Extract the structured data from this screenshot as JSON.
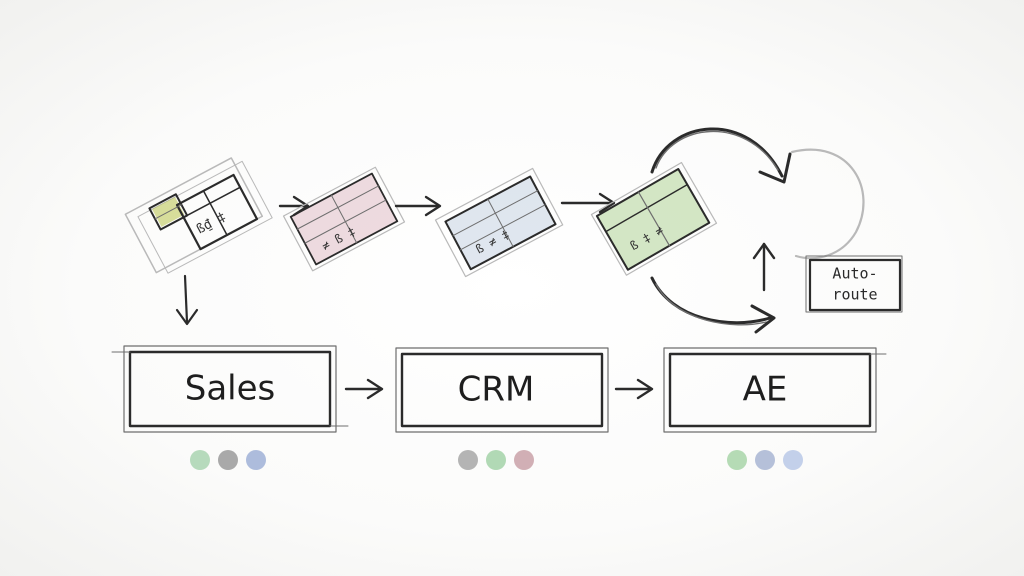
{
  "diagram": {
    "boxes": [
      {
        "id": "sales",
        "label": "Sales"
      },
      {
        "id": "crm",
        "label": "CRM"
      },
      {
        "id": "ae",
        "label": "AE"
      }
    ],
    "route_box": {
      "line1": "Auto-",
      "line2": "route"
    },
    "documents": [
      {
        "id": "doc-1",
        "tint": "#b8c24a"
      },
      {
        "id": "doc-2",
        "tint": "#c98a9a"
      },
      {
        "id": "doc-3",
        "tint": "#9fb4cf"
      },
      {
        "id": "doc-4",
        "tint": "#8fbf6a"
      }
    ],
    "dot_groups": [
      {
        "id": "sales-dots",
        "colors": [
          "#a9d3b0",
          "#9a9a9a",
          "#9fb0d6"
        ]
      },
      {
        "id": "crm-dots",
        "colors": [
          "#a7a7a7",
          "#a3d2a8",
          "#c9a1a8"
        ]
      },
      {
        "id": "ae-dots",
        "colors": [
          "#a8d5a8",
          "#a8b5d2",
          "#b8c8e6"
        ]
      }
    ]
  }
}
